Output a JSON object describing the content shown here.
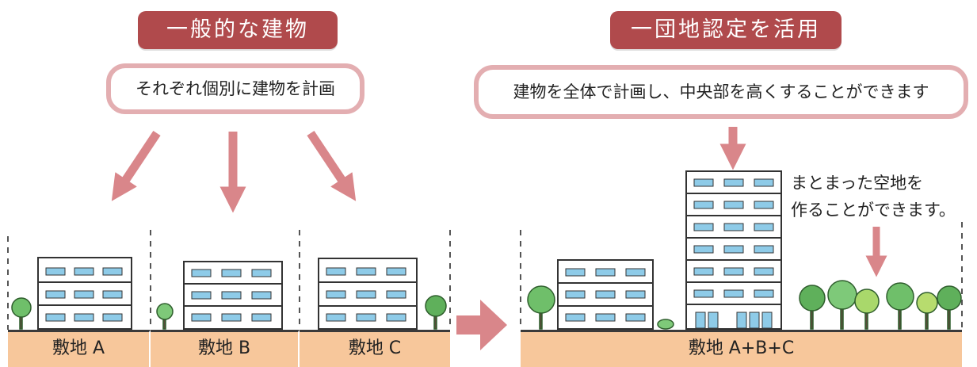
{
  "left": {
    "title": "一般的な建物",
    "bubble": "それぞれ個別に建物を計画",
    "plots": [
      "敷地 A",
      "敷地 B",
      "敷地 C"
    ]
  },
  "right": {
    "title": "一団地認定を活用",
    "bubble": "建物を全体で計画し、中央部を高くすることができます",
    "callout_line1": "まとまった空地を",
    "callout_line2": "作ることができます。",
    "plot": "敷地 A+B+C"
  },
  "colors": {
    "banner": "#b04a4c",
    "bubble_border": "#e3aeb1",
    "arrow": "#d9868a",
    "ground": "#f7c79b",
    "window": "#8ecbe8",
    "tree": "#6fbf6a"
  }
}
